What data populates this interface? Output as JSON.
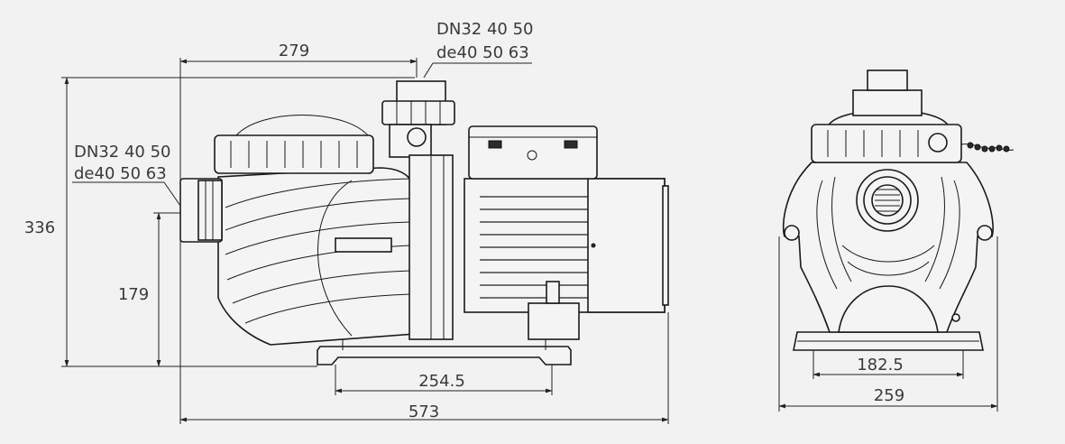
{
  "dimensions": {
    "top_width": "279",
    "height_total": "336",
    "inlet_height": "179",
    "base_length": "254.5",
    "total_length": "573",
    "end_base_width": "182.5",
    "end_total_width": "259"
  },
  "connections": {
    "outlet_dn": "DN32 40 50",
    "outlet_de": "de40 50 63",
    "inlet_dn": "DN32 40 50",
    "inlet_de": "de40 50 63"
  }
}
